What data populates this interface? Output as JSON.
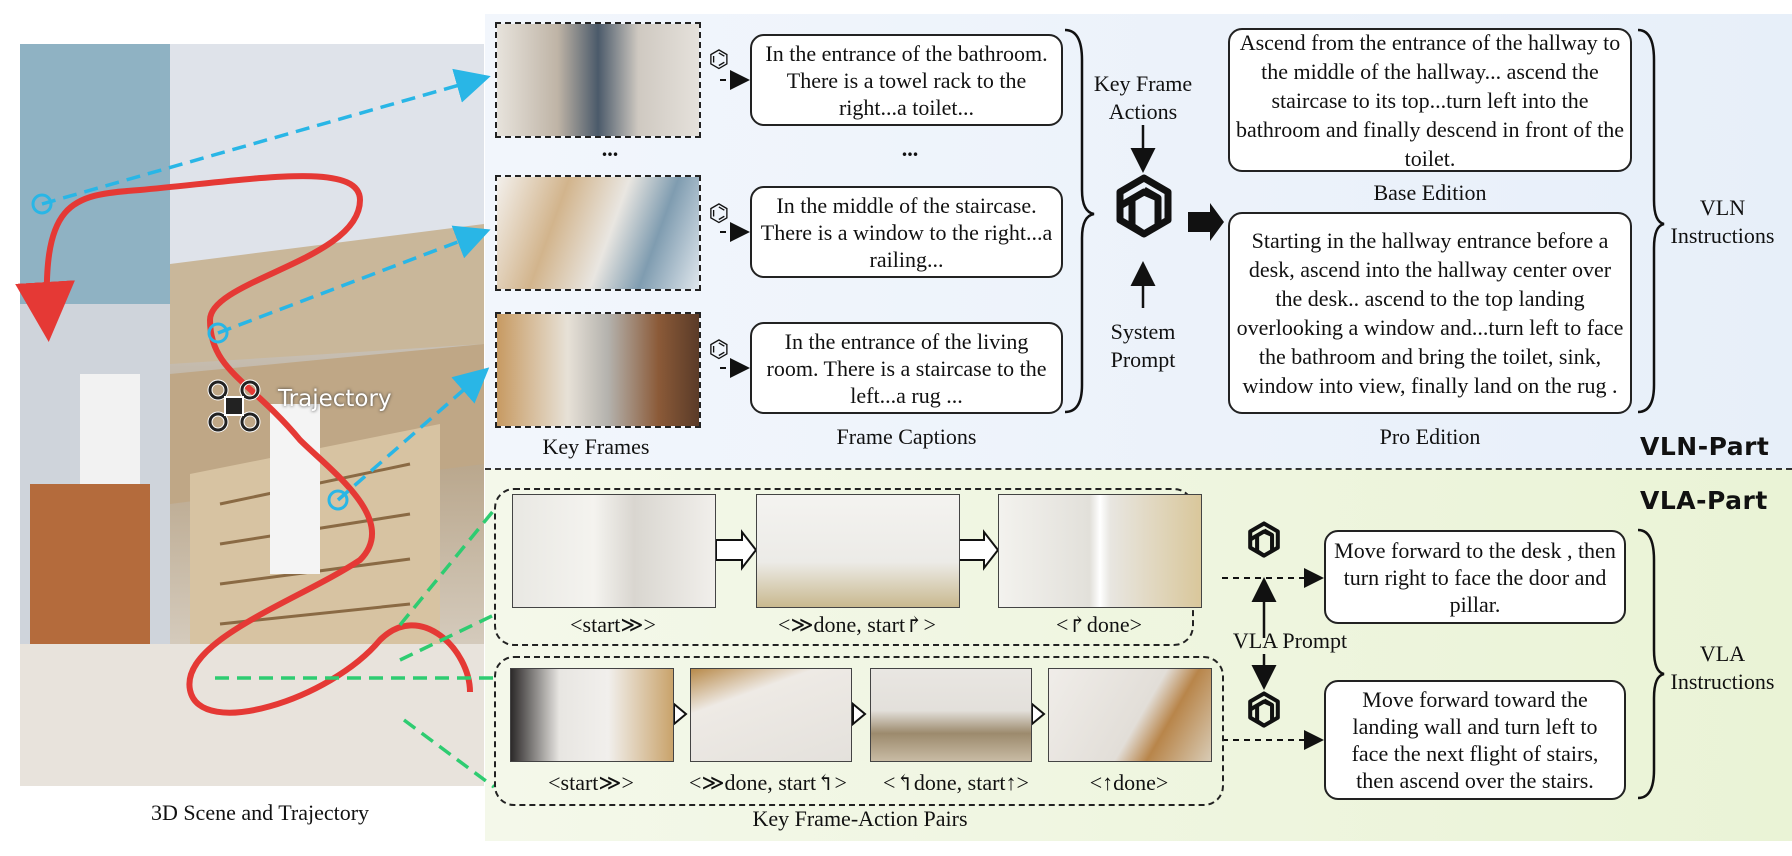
{
  "scene": {
    "caption": "3D Scene and Trajectory",
    "trajectory_label": "Trajectory"
  },
  "vln": {
    "part_label": "VLN-Part",
    "key_frames_label": "Key Frames",
    "frame_captions_label": "Frame Captions",
    "ellipsis": "...",
    "captions": [
      "In the entrance of the bathroom. There is a towel rack to the right...a toilet...",
      "In the middle of the staircase. There is a window to the right...a railing...",
      "In the entrance of the living room. There is a staircase to the left...a rug ..."
    ],
    "key_frame_actions_label": "Key Frame Actions",
    "system_prompt_label": "System Prompt",
    "base_text": "Ascend from the entrance of the hallway to the middle of the hallway... ascend the staircase to its top...turn left into the bathroom and finally descend in front of the toilet.",
    "base_label": "Base Edition",
    "pro_text": "Starting in the hallway entrance before a desk, ascend into the hallway center over the desk.. ascend to the top landing overlooking a window and...turn left to face the bathroom and bring the toilet, sink, window into view, finally land on the rug .",
    "pro_label": "Pro Edition",
    "instructions_label": "VLN Instructions"
  },
  "vla": {
    "part_label": "VLA-Part",
    "row1_labels": [
      "<start",
      ">",
      "<",
      "done, start",
      ">",
      "<",
      "done>"
    ],
    "row1_label_texts": [
      "<start≫>",
      "<≫done, start↱>",
      "<↱done>"
    ],
    "row2_label_texts": [
      "<start≫>",
      "<≫done, start↰>",
      "<↰done, start↑>",
      "<↑done>"
    ],
    "pairs_label": "Key Frame-Action Pairs",
    "prompt_label": "VLA Prompt",
    "output1": "Move forward to the desk , then turn right to face the door and pillar.",
    "output2": "Move forward toward the landing wall and turn left to face the next flight of stairs, then ascend over the stairs.",
    "instructions_label": "VLA Instructions"
  },
  "colors": {
    "trajectory": "#e53935",
    "vln_link": "#29b6e6",
    "vla_link": "#2ecc71",
    "vln_bg": "#e9f0fa",
    "vla_bg": "#eef5dd"
  }
}
